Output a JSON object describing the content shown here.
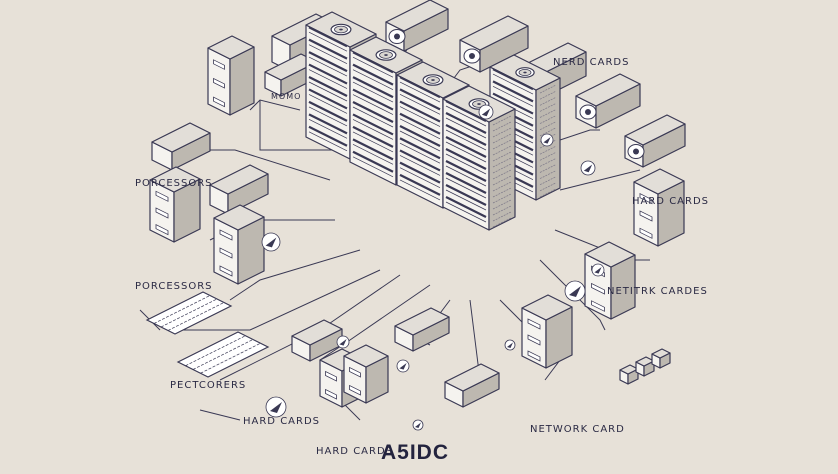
{
  "colors": {
    "background": "#e7e1d8",
    "ink": "#2b2a44",
    "face": "#f5f3ef",
    "side": "#bdb8b0",
    "top": "#e2ded8",
    "line": "#3a3954"
  },
  "brand": "A5IDC",
  "labels": {
    "nerd_cards": "NERD CARDS",
    "momo": "MOMO",
    "porcessors": "PORCESSORS",
    "porcessors_2": "PORCESSORS",
    "hard_cards_right": "HARD CARDS",
    "netirk_cardes": "NETITRK CARDES",
    "pecroers": "PECTCORERS",
    "hard_cards_1": "HARD CARDS",
    "hard_cards_2": "HARD CARDS",
    "network_card": "NETWORK CARD"
  },
  "icons": [
    "server-rack-icon",
    "fan-icon",
    "keyboard-icon",
    "arrow-icon",
    "network-card-icon"
  ]
}
